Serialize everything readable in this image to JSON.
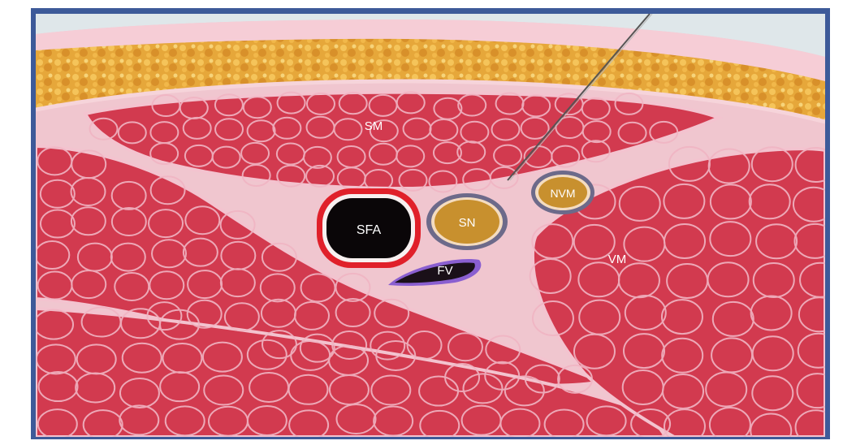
{
  "labels": {
    "sartorius": "SM",
    "femoral_artery": "SFA",
    "saphenous_nerve": "SN",
    "femoral_vein": "FV",
    "nerve_to_vastus_medialis": "NVM",
    "vastus_medialis": "VM"
  },
  "colors": {
    "frame": "#3d5a99",
    "muscle": "#d23a4f",
    "muscle_border": "#f3c3cf",
    "fascia": "#f0c6cf",
    "fat": "#e0a030",
    "skin": "#f6cdd6",
    "artery_wall": "#e0202a",
    "vein_wall": "#8a5fd0",
    "nerve_fill": "#c8902e",
    "nerve_sheath": "#6d6a8a",
    "needle": "#555555"
  }
}
